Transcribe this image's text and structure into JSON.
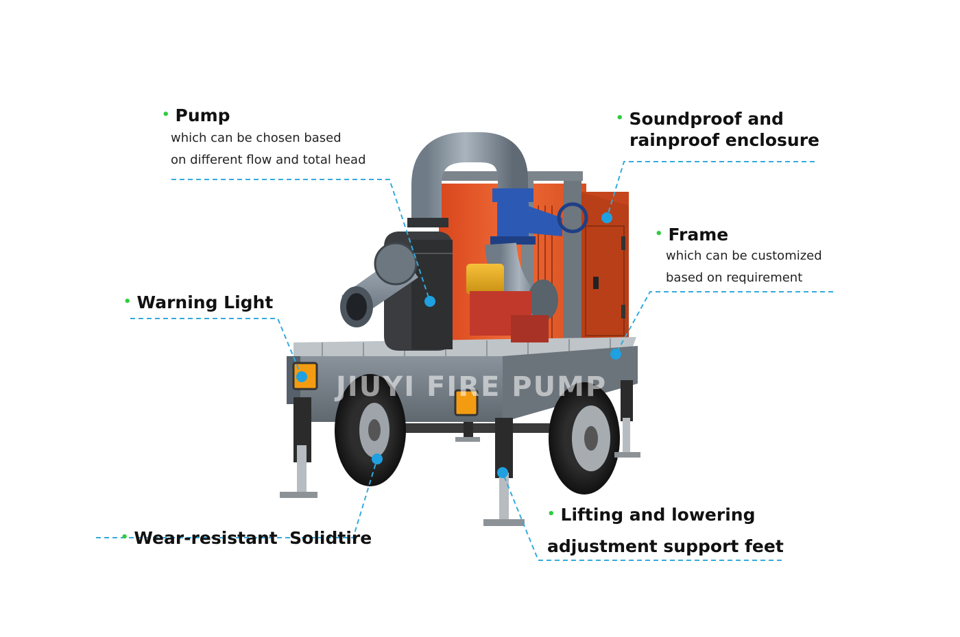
{
  "colors": {
    "bullet": "#2ecc40",
    "leader_line": "#33aadd",
    "enclosure": "#e8582a",
    "frame": "#707a82",
    "pipe": "#8a97a3",
    "valve": "#2c59b4",
    "pump_body": "#3b3d40"
  },
  "watermark": "JIUYI FIRE PUMP",
  "callouts": {
    "pump": {
      "title": "Pump",
      "desc_line1": "which can be chosen based",
      "desc_line2": "on different flow and total head"
    },
    "enclosure": {
      "title_line1": "Soundproof and",
      "title_line2": "rainproof enclosure"
    },
    "frame": {
      "title": "Frame",
      "desc_line1": "which can be customized",
      "desc_line2": "based on requirement"
    },
    "warning_light": {
      "title": "Warning Light"
    },
    "tire": {
      "title": "Wear-resistant  Solidtire"
    },
    "feet": {
      "title_line1": "Lifting and lowering",
      "title_line2": "adjustment support feet"
    }
  }
}
